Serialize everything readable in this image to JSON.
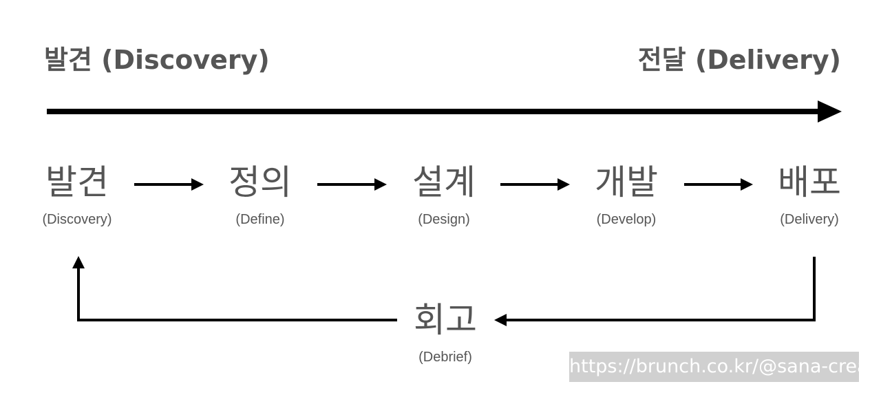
{
  "header": {
    "left_label": "발견 (Discovery)",
    "right_label": "전달 (Delivery)"
  },
  "stages": [
    {
      "ko": "발견",
      "en": "(Discovery)"
    },
    {
      "ko": "정의",
      "en": "(Define)"
    },
    {
      "ko": "설계",
      "en": "(Design)"
    },
    {
      "ko": "개발",
      "en": "(Develop)"
    },
    {
      "ko": "배포",
      "en": "(Delivery)"
    }
  ],
  "retro": {
    "ko": "회고",
    "en": "(Debrief)"
  },
  "watermark": "https://brunch.co.kr/@sana-create",
  "colors": {
    "text": "#555555",
    "arrow": "#000000",
    "watermark_bg": "#d0d0d0",
    "watermark_text": "#ffffff"
  }
}
